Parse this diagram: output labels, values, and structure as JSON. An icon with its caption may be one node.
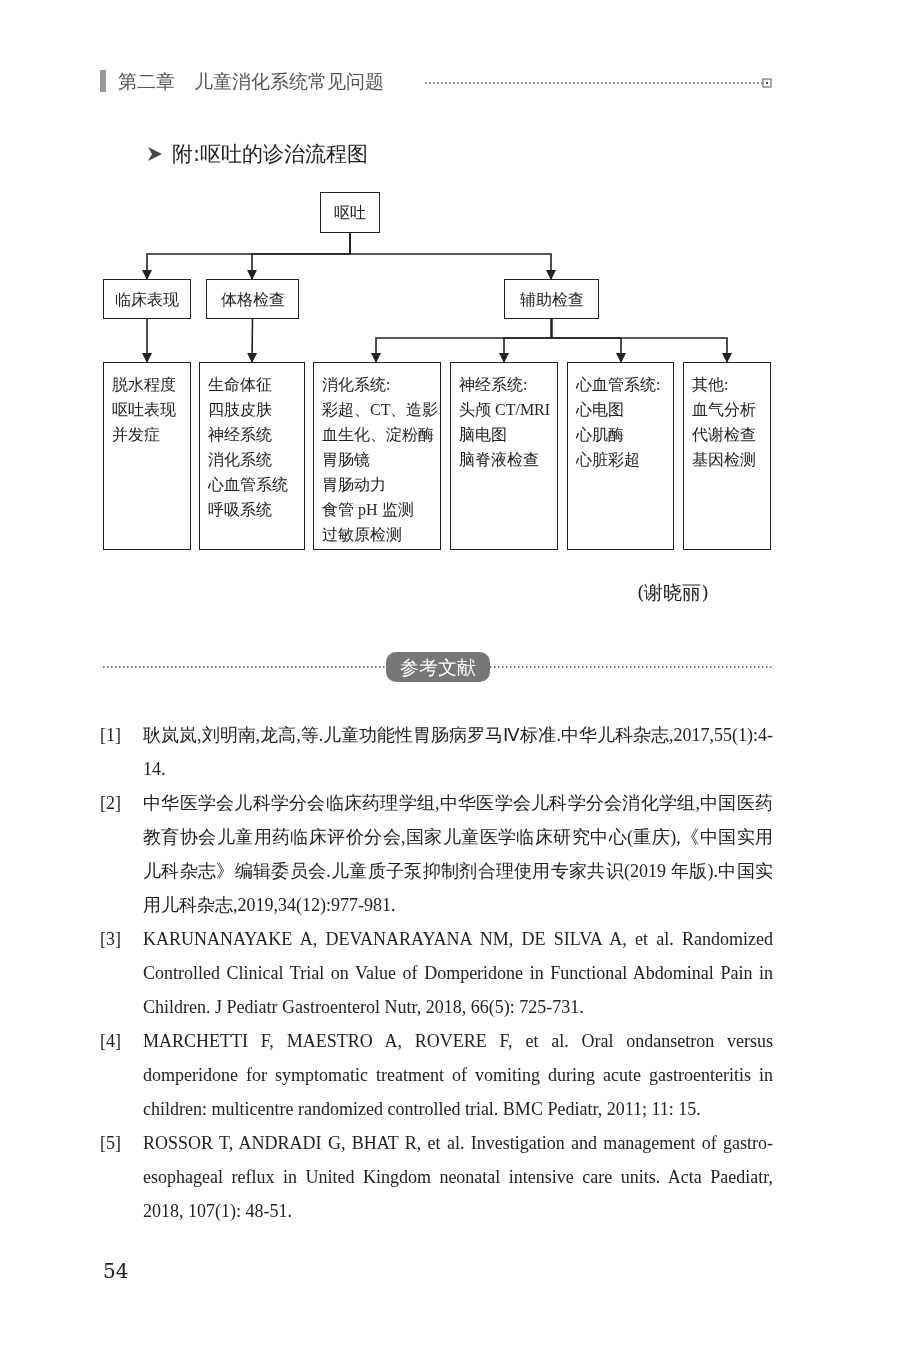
{
  "diagram": {
    "title": "附:呕吐的诊治流程图",
    "nodes": [
      {
        "text": [
          "呕吐"
        ]
      },
      {
        "text": [
          "临床表现"
        ]
      },
      {
        "text": [
          "体格检查"
        ]
      },
      {
        "text": [
          "辅助检查"
        ]
      },
      {
        "text": [
          "脱水程度",
          "呕吐表现",
          "并发症"
        ]
      },
      {
        "text": [
          "生命体征",
          "四肢皮肤",
          "神经系统",
          "消化系统",
          "心血管系统",
          "呼吸系统"
        ]
      },
      {
        "text": [
          "消化系统:",
          "彩超、CT、造影",
          "血生化、淀粉酶",
          "胃肠镜",
          "胃肠动力",
          "食管 pH 监测",
          "过敏原检测"
        ]
      },
      {
        "text": [
          "神经系统:",
          "头颅 CT/MRI",
          "脑电图",
          "脑脊液检查"
        ]
      },
      {
        "text": [
          "心血管系统:",
          "心电图",
          "心肌酶",
          "心脏彩超"
        ]
      },
      {
        "text": [
          "其他:",
          "血气分析",
          "代谢检查",
          "基因检测"
        ]
      }
    ],
    "edges": [
      {
        "from": 0,
        "to": 1,
        "arrow": "to"
      },
      {
        "from": 0,
        "to": 2,
        "arrow": "to"
      },
      {
        "from": 0,
        "to": 3,
        "arrow": "to"
      },
      {
        "from": 1,
        "to": 4,
        "arrow": "to"
      },
      {
        "from": 2,
        "to": 5,
        "arrow": "to"
      },
      {
        "from": 3,
        "to": 6,
        "arrow": "to"
      },
      {
        "from": 3,
        "to": 7,
        "arrow": "to"
      },
      {
        "from": 3,
        "to": 8,
        "arrow": "to"
      },
      {
        "from": 3,
        "to": 9,
        "arrow": "to"
      }
    ],
    "labels": [
      "第二章　儿童消化系统常见问题",
      "(谢晓丽)",
      "参考文献",
      "[1]",
      "耿岚岚,刘明南,龙高,等.儿童功能性胃肠病罗马Ⅳ标准.中华儿科杂志,2017,55(1):4-14.",
      "[2]",
      "中华医学会儿科学分会临床药理学组,中华医学会儿科学分会消化学组,中国医药教育协会儿童用药临床评价分会,国家儿童医学临床研究中心(重庆),《中国实用儿科杂志》编辑委员会.儿童质子泵抑制剂合理使用专家共识(2019 年版).中国实用儿科杂志,2019,34(12):977-981.",
      "[3]",
      "KARUNANAYAKE A, DEVANARAYANA NM, DE SILVA A, et al. Randomized Controlled Clinical Trial on Value of Domperidone in Functional Abdominal Pain in Children. J Pediatr Gastroenterol Nutr, 2018, 66(5): 725-731.",
      "[4]",
      "MARCHETTI F, MAESTRO A, ROVERE F, et al. Oral ondansetron versus domperidone for symptomatic treatment of vomiting during acute gastroenteritis in children: multicentre randomized controlled trial. BMC Pediatr, 2011; 11: 15.",
      "[5]",
      "ROSSOR T, ANDRADI G, BHAT R, et al. Investigation and management of gastro-esophageal reflux in United Kingdom neonatal intensive care units. Acta Paediatr, 2018, 107(1): 48-51.",
      "54"
    ]
  }
}
